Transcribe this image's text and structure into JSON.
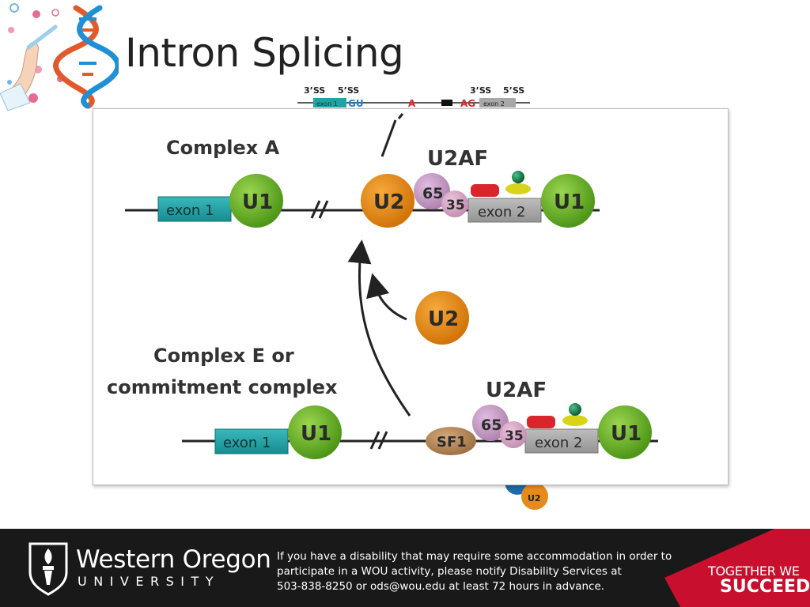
{
  "slide": {
    "title": "Intron Splicing"
  },
  "diagram": {
    "schematic": {
      "labels": {
        "ss3_left": "3’SS",
        "ss5_left": "5’SS",
        "exon1": "exon 1",
        "gu": "GU",
        "a": "A",
        "ag": "AG",
        "ss3_right": "3’SS",
        "ss5_right": "5’SS",
        "exon2": "exon 2"
      }
    },
    "complex_a": {
      "label": "Complex A",
      "u2af_label": "U2AF",
      "exon1": "exon 1",
      "u1_left": "U1",
      "u2": "U2",
      "u2af65": "65",
      "u2af35": "35",
      "exon2": "exon 2",
      "u1_right": "U1"
    },
    "free_u2": {
      "label": "U2"
    },
    "complex_e": {
      "label_line1": "Complex E or",
      "label_line2": "commitment complex",
      "u2af_label": "U2AF",
      "exon1": "exon 1",
      "u1_left": "U1",
      "sf1": "SF1",
      "u2af65": "65",
      "u2af35": "35",
      "exon2": "exon 2",
      "u1_right": "U1"
    },
    "peek_u2": {
      "label": "U2"
    }
  },
  "footer": {
    "university_name": "Western Oregon",
    "university_sub": "UNIVERSITY",
    "notice_lines": [
      "If you have a disability that may require some accommodation in order to",
      "participate in a WOU activity, please notify Disability Services at",
      "503-838-8250 or ods@wou.edu at least 72 hours in advance."
    ],
    "slogan_line1": "TOGETHER WE",
    "slogan_line2": "SUCCEED"
  },
  "colors": {
    "exon1": "#1fa3a6",
    "exon2": "#a8a8a8",
    "u1": "#6ab82a",
    "u2": "#e88a1a",
    "u2af65": "#c79ac4",
    "u2af35": "#d9a6c9",
    "sf1": "#b98a5a",
    "accent_red": "#d9262c",
    "footer_bg": "#191919"
  }
}
